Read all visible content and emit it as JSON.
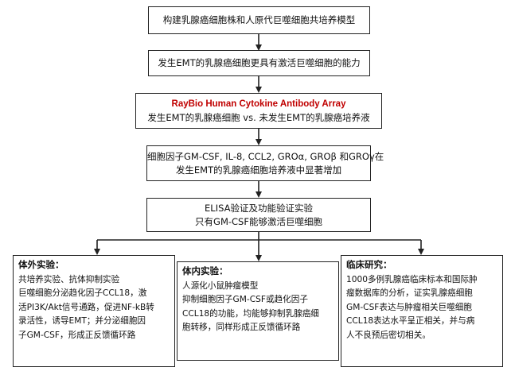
{
  "flow": {
    "step1": "构建乳腺癌细胞株和人原代巨噬细胞共培养模型",
    "step2": "发生EMT的乳腺癌细胞更具有激活巨噬细胞的能力",
    "step3": {
      "title": "RayBio Human Cytokine Antibody Array",
      "subtitle": "发生EMT的乳腺癌细胞 vs. 未发生EMT的乳腺癌培养液"
    },
    "step4": {
      "line1": "细胞因子GM-CSF, IL-8, CCL2, GROα, GROβ 和GROγ在",
      "line2": "发生EMT的乳腺癌细胞培养液中显著增加"
    },
    "step5": {
      "line1": "ELISA验证及功能验证实验",
      "line2": "只有GM-CSF能够激活巨噬细胞"
    }
  },
  "panels": {
    "in_vitro": {
      "heading": "体外实验：",
      "lines": [
        "共培养实验、抗体抑制实验",
        "巨噬细胞分泌趋化因子CCL18，激",
        "活PI3K/Akt信号通路，促进NF-kB转",
        "录活性，诱导EMT；并分泌细胞因",
        "子GM-CSF，形成正反馈循环路"
      ]
    },
    "in_vivo": {
      "heading": "体内实验：",
      "lines": [
        "人源化小鼠肿瘤模型",
        "抑制细胞因子GM-CSF或趋化因子",
        "CCL18的功能，均能够抑制乳腺癌细",
        "胞转移，同样形成正反馈循环路"
      ]
    },
    "clinical": {
      "heading": "临床研究：",
      "lines": [
        "1000多例乳腺癌临床标本和国际肿",
        "瘤数据库的分析，证实乳腺癌细胞",
        "GM-CSF表达与肿瘤相关巨噬细胞",
        "CCL18表达水平呈正相关，并与病",
        "人不良预后密切相关。"
      ]
    }
  }
}
